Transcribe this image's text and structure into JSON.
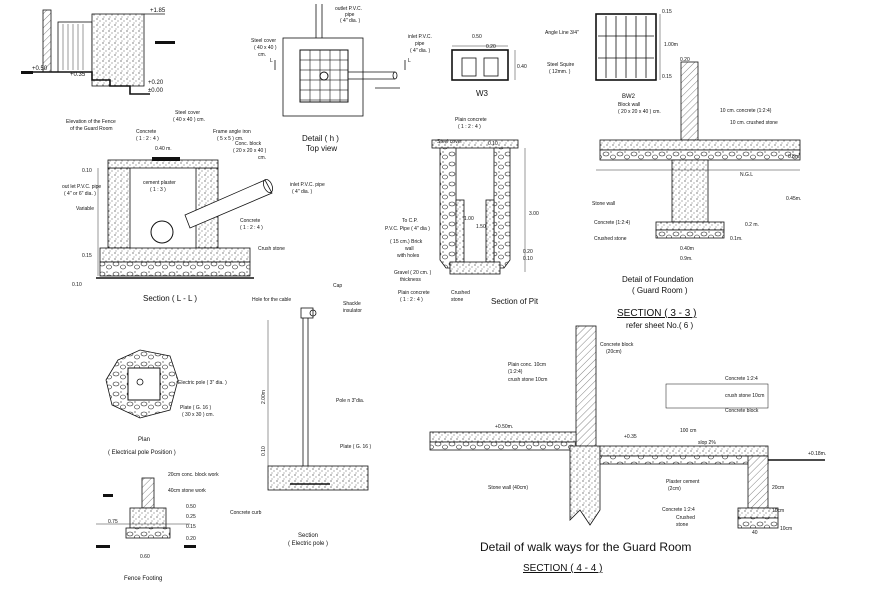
{
  "fence_top": {
    "lv1": "+1.85",
    "lv2": "+0.50",
    "lv3": "+0.35",
    "lv4": "+0.20",
    "lv5": "±0.00"
  },
  "detail_h": {
    "outlet": "outlet P.V.C.",
    "pipe": "pipe",
    "dia4": "( 4\" dia. )",
    "steel_cover": "Steel cover",
    "cover_dim": "( 40 x 40 )",
    "cm": "cm.",
    "inlet": "inlet P.V.C.",
    "pipe2": "pipe",
    "dia4b": "( 4\" dia. )",
    "title": "Detail ( h )",
    "subtitle": "Top view",
    "l": "L"
  },
  "w3": {
    "d1": "0.50",
    "d2": "0.20",
    "d3": "0.40",
    "title": "W3"
  },
  "window": {
    "angle": "Angle Line 3/4\"",
    "squire": "Steel Squire",
    "squire2": "( 12mm. )",
    "d1": "0.15",
    "d2": "1.00m",
    "d3": "0.15"
  },
  "section_ll": {
    "elev": "Elevation of the Fence",
    "elev2": "of the Guard Room",
    "cover": "Steel cover",
    "cover2": "( 40 x 40 ) cm.",
    "frame": "Frame angle iron",
    "frame2": "( 5 x 5 ) cm.",
    "conc": "Concrete",
    "conc2": "( 1 : 2 : 4 )",
    "block": "Conc. block",
    "block2": "( 20 x 20 x 40 )",
    "block3": "cm.",
    "plaster": "cement plaster",
    "plaster2": "( 1 : 3 )",
    "outlet": "out let P.V.C. pipe",
    "outlet2": "( 4\" or 6\" dia. )",
    "inlet": "inlet P.V.C. pipe",
    "inlet2": "( 4\" dia. )",
    "variable": "Variable",
    "d040": "0.40 m.",
    "d010": "0.10",
    "d015": "0.15",
    "d010b": "0.10",
    "conc3": "Concrete",
    "conc4": "( 1 : 2 : 4 )",
    "crush": "Crush stone",
    "title": "Section ( L - L )"
  },
  "pit": {
    "plain": "Plain concrete",
    "plain2": "( 1 : 2 : 4 )",
    "d010": "0.10",
    "cover": "Steel cover",
    "tocp": "To C.P.",
    "pvc": "P.V.C. Pipe ( 4\" dia )",
    "brick": "( 15 cm.) Brick",
    "brick2": "wall",
    "brick3": "with holes",
    "gravel": "Gravel ( 20 cm. )",
    "gravel2": "thickness",
    "plain3": "Plain concrete",
    "plain4": "( 1 : 2 : 4 )",
    "crushed": "Crushed",
    "crushed2": "stone",
    "d100": "1.00",
    "d150": "1.50",
    "d300": "3.00",
    "d020": "0.20",
    "d010b": "0.10",
    "title": "Section of Pit"
  },
  "foundation": {
    "bw2": "BW2",
    "block": "Block wall",
    "block2": "( 20 x 20 x 40 ) cm.",
    "conc10": "10 cm. concrete (1:2:4)",
    "crush10": "10 cm. crushed stone",
    "ngl": "N.G.L",
    "stone": "Stone wall",
    "conc": "Concrete (1:2:4)",
    "crush": "Crushed stone",
    "d020": "0.20",
    "d05": "0.5m.",
    "d045": "0.45m.",
    "d02": "0.2 m.",
    "d01": "0.1m.",
    "d040": "0.40m",
    "d09": "0.9m.",
    "title": "Detail of Foundation",
    "title2": "( Guard Room )"
  },
  "section33": {
    "title": "SECTION ( 3 - 3 )",
    "ref": "refer sheet No.( 6 )"
  },
  "pole": {
    "hole": "Hole for the cable",
    "cap": "Cap",
    "shackle": "Shackle",
    "insulator": "insulator",
    "pole": "Pole n 3\"dia.",
    "plate": "Plate ( G. 16 )",
    "curb": "Concrete curb",
    "d200": "2.00m",
    "d010": "0.10",
    "title": "Section",
    "title2": "( Electric pole )"
  },
  "plan": {
    "pole": "Electric pole ( 3\" dia. )",
    "plate": "Plate ( G. 16 )",
    "plate2": "( 30 x 30 ) cm.",
    "title": "Plan",
    "title2": "( Electrical pole Position )"
  },
  "fence_footing": {
    "block": "20cm conc. block work",
    "stone": "40cm stone work",
    "d075": "0.75",
    "d050": "0.50",
    "d025": "0.25",
    "d015": "0.15",
    "d020": "0.20",
    "d060": "0.60",
    "title": "Fence Footing"
  },
  "walkway": {
    "plain": "Plain conc. 10cm",
    "plain2": "(1:2:4)",
    "crush": "crush stone 10cm",
    "block": "Concrete block",
    "block2": "(20cm)",
    "conc": "Concrete 1:2:4",
    "crush2": "crush stone 10cm",
    "block3": "Concrete block",
    "lv050": "+0.50m.",
    "lv035": "+0.35",
    "lv018": "+0.18m.",
    "d100": "100 cm",
    "slop": "slop 2%",
    "stone": "Stone wall     (40cm)",
    "plaster": "Plaster cement",
    "plaster2": "(2cm)",
    "conc2": "Concrete 1:2:4",
    "crushed": "Crushed",
    "crushed2": "stone",
    "d20": "20cm",
    "d10": "10cm",
    "d40": "40",
    "d10b": "10cm",
    "title": "Detail of walk ways for the Guard Room",
    "section": "SECTION ( 4 - 4 )"
  }
}
